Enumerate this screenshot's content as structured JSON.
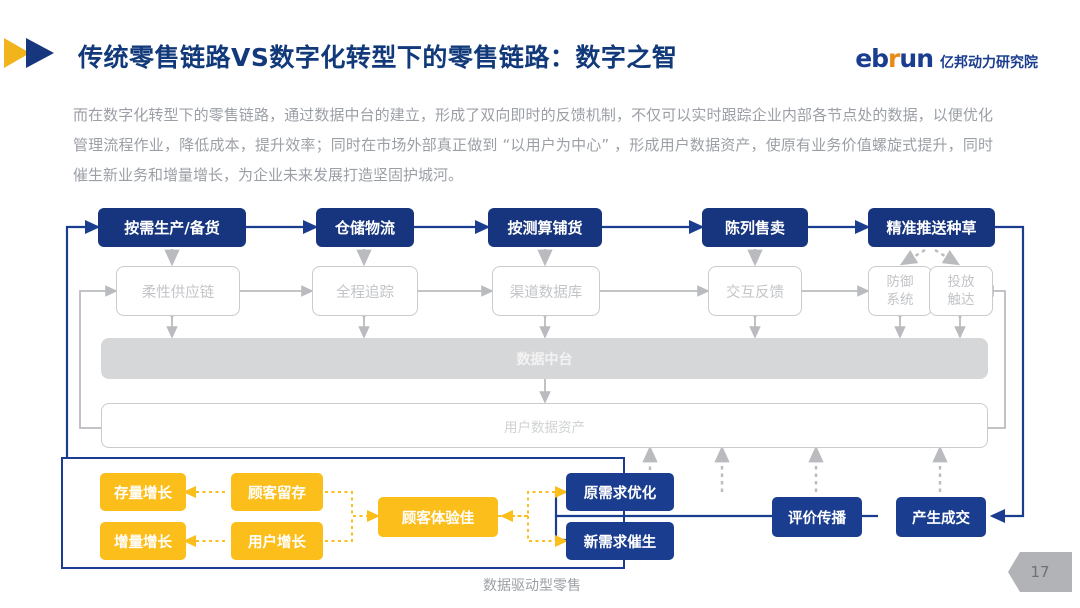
{
  "header": {
    "title": "传统零售链路VS数字化转型下的零售链路：数字之智",
    "logo": {
      "brand_left": "eb",
      "brand_accent": "r",
      "brand_right": "un",
      "brand_cn": "亿邦动力研究院"
    },
    "chevron_yellow": "#f2b41c",
    "chevron_navy": "#16377d"
  },
  "body_text": "而在数字化转型下的零售链路，通过数据中台的建立，形成了双向即时的反馈机制，不仅可以实时跟踪企业内部各节点处的数据，以便优化管理流程作业，降低成本，提升效率；同时在市场外部真正做到 “以用户为中心” ，形成用户数据资产，使原有业务价值螺旋式提升，同时催生新业务和增量增长，为企业未来发展打造坚固护城河。",
  "colors": {
    "navy": "#17357e",
    "navy_line": "#1a3d8f",
    "yellow": "#fbbe1b",
    "gray_line": "#b9bbbe",
    "gray_fill": "#d6d7d9",
    "gray_text": "#c2c4c7"
  },
  "diagram": {
    "top_row": [
      {
        "label": "按需生产/备货"
      },
      {
        "label": "仓储物流"
      },
      {
        "label": "按测算铺货"
      },
      {
        "label": "陈列售卖"
      },
      {
        "label": "精准推送种草"
      }
    ],
    "mid_row": [
      {
        "label": "柔性供应链"
      },
      {
        "label": "全程追踪"
      },
      {
        "label": "渠道数据库"
      },
      {
        "label": "交互反馈"
      },
      {
        "label": "防御系统"
      },
      {
        "label": "投放触达"
      }
    ],
    "platform_bar": "数据中台",
    "asset_bar": "用户数据资产",
    "growth_boxes": [
      {
        "label": "存量增长"
      },
      {
        "label": "顾客留存"
      },
      {
        "label": "增量增长"
      },
      {
        "label": "用户增长"
      },
      {
        "label": "顾客体验佳"
      }
    ],
    "demand_boxes": [
      {
        "label": "原需求优化"
      },
      {
        "label": "新需求催生"
      }
    ],
    "bottom_flow": [
      {
        "label": "评价传播"
      },
      {
        "label": "产生成交"
      }
    ],
    "caption": "数据驱动型零售"
  },
  "page_number": "17"
}
